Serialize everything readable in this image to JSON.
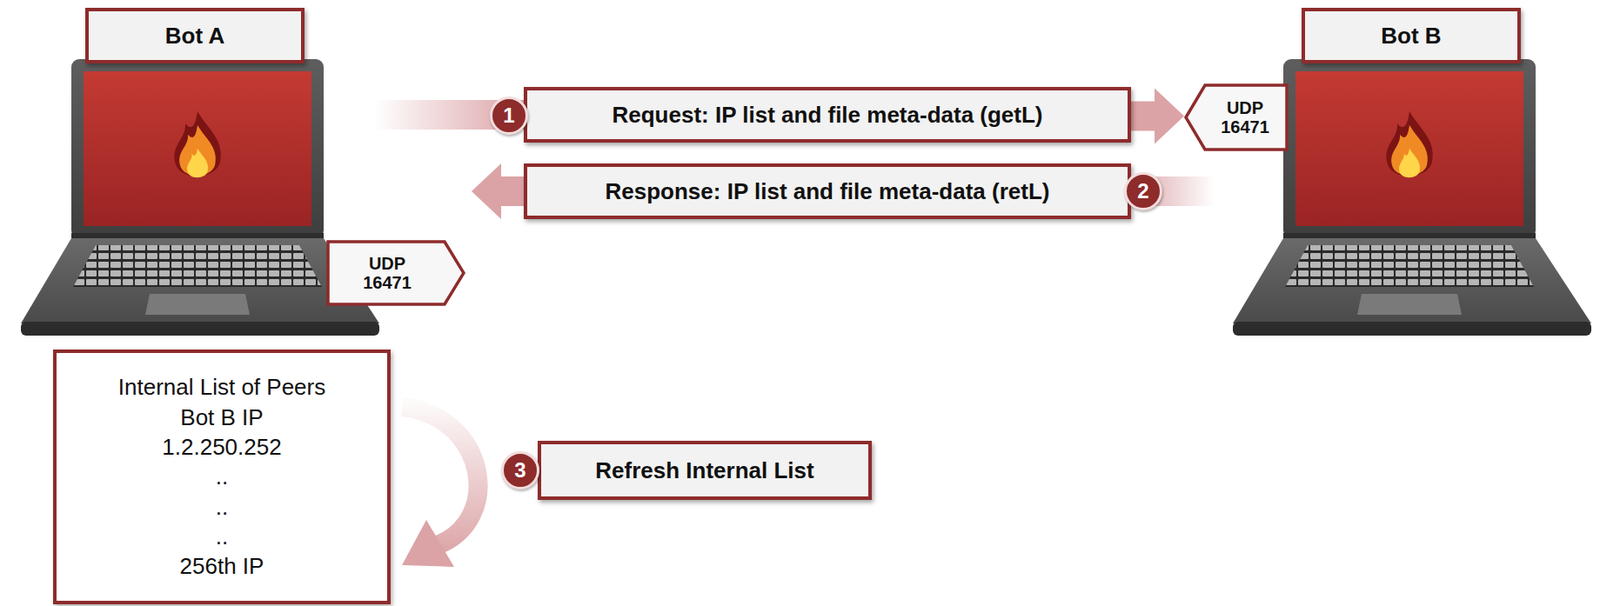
{
  "diagram": {
    "nodes": [
      {
        "text": [
          "Bot A"
        ]
      },
      {
        "text": [
          "Bot B"
        ]
      },
      {
        "text": [
          "1"
        ]
      },
      {
        "text": [
          "Request: IP list and file meta-data (getL)"
        ]
      },
      {
        "text": [
          "UDP 16471"
        ]
      },
      {
        "text": [
          "Response: IP list and file meta-data (retL)"
        ]
      },
      {
        "text": [
          "2"
        ]
      },
      {
        "text": [
          "UDP 16471"
        ]
      },
      {
        "text": [
          "Internal List of Peers",
          "Bot B IP",
          "1.2.250.252",
          "..",
          "..",
          "..",
          "256th IP"
        ]
      },
      {
        "text": [
          "3"
        ]
      },
      {
        "text": [
          "Refresh Internal List"
        ]
      }
    ],
    "edges": [
      {
        "from": 3,
        "to": 4,
        "arrow": "to"
      }
    ]
  }
}
